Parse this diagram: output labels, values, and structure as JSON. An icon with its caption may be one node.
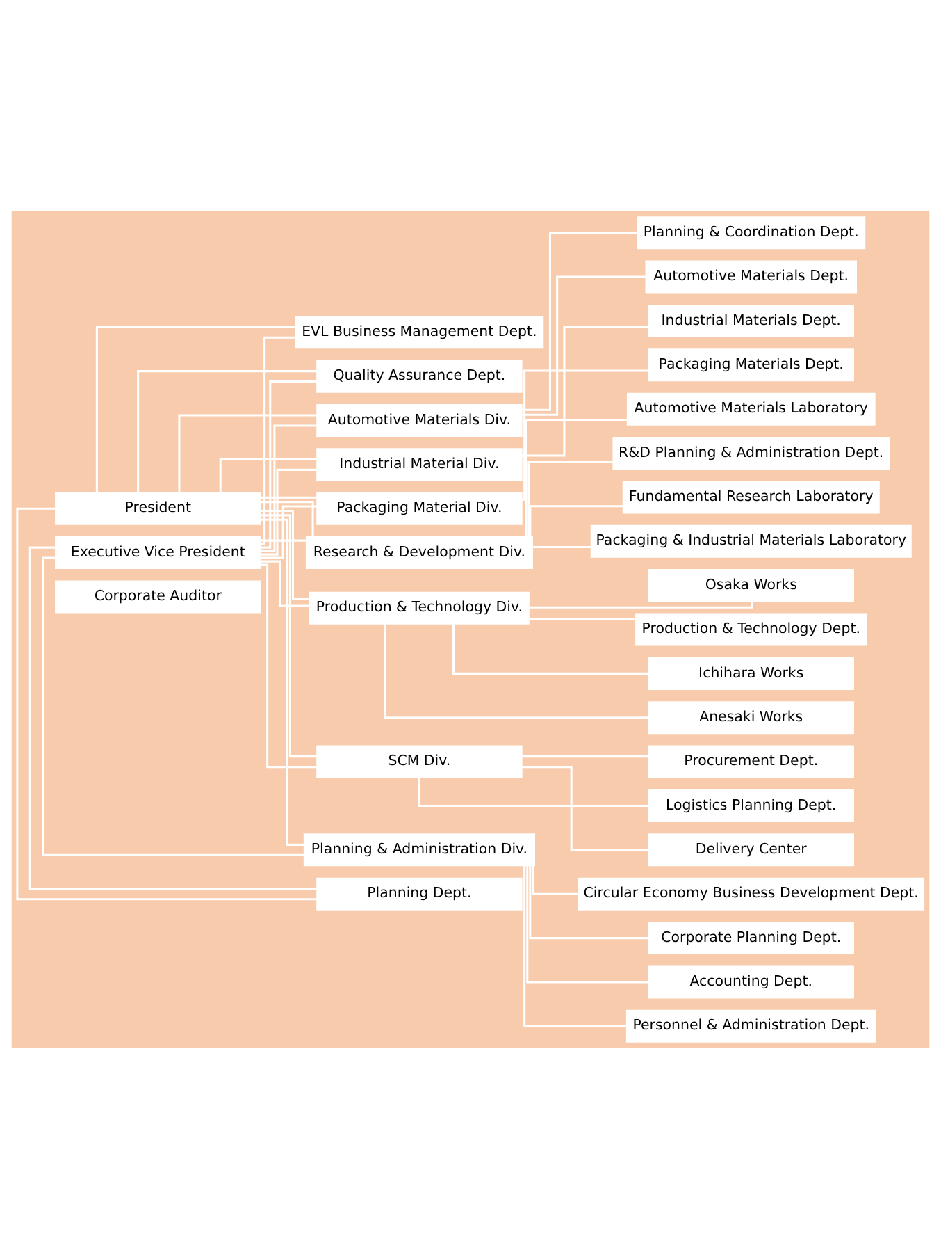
{
  "diagram": {
    "nodes": [
      {
        "text": [
          "President"
        ]
      },
      {
        "text": [
          "Executive Vice President"
        ]
      },
      {
        "text": [
          "Corporate Auditor"
        ]
      },
      {
        "text": [
          "Automotive Materials Div."
        ]
      },
      {
        "text": [
          "Automotive Materials Dept."
        ]
      },
      {
        "text": [
          "Planning & Coordination Dept."
        ]
      },
      {
        "text": [
          "Industrial Material Div."
        ]
      },
      {
        "text": [
          "Industrial Materials Dept."
        ]
      },
      {
        "text": [
          "Packaging Material Div."
        ]
      },
      {
        "text": [
          "Packaging Materials Dept."
        ]
      },
      {
        "text": [
          "Planning Dept."
        ]
      },
      {
        "text": [
          "EVL Business Management Dept."
        ]
      },
      {
        "text": [
          "Quality Assurance Dept."
        ]
      },
      {
        "text": [
          "Research & Development Div."
        ]
      },
      {
        "text": [
          "R&D Planning & Administration Dept."
        ]
      },
      {
        "text": [
          "Fundamental Research Laboratory"
        ]
      },
      {
        "text": [
          "Packaging & Industrial Materials Laboratory"
        ]
      },
      {
        "text": [
          "Automotive Materials Laboratory"
        ]
      },
      {
        "text": [
          "Production & Technology Div."
        ]
      },
      {
        "text": [
          "Production & Technology Dept."
        ]
      },
      {
        "text": [
          "Ichihara Works"
        ]
      },
      {
        "text": [
          "Anesaki Works"
        ]
      },
      {
        "text": [
          "Osaka Works"
        ]
      },
      {
        "text": [
          "SCM Div."
        ]
      },
      {
        "text": [
          "Procurement Dept."
        ]
      },
      {
        "text": [
          "Logistics Planning Dept."
        ]
      },
      {
        "text": [
          "Delivery Center"
        ]
      },
      {
        "text": [
          "Planning & Administration Div."
        ]
      },
      {
        "text": [
          "Corporate Planning Dept."
        ]
      },
      {
        "text": [
          "Accounting Dept."
        ]
      },
      {
        "text": [
          "Personnel & Administration Dept."
        ]
      },
      {
        "text": [
          "Circular Economy Business Development Dept."
        ]
      }
    ],
    "edges": [
      {
        "from": 0,
        "to": 3,
        "arrow": "none"
      },
      {
        "from": 1,
        "to": 3,
        "arrow": "none"
      },
      {
        "from": 0,
        "to": 6,
        "arrow": "none"
      },
      {
        "from": 1,
        "to": 6,
        "arrow": "none"
      },
      {
        "from": 0,
        "to": 8,
        "arrow": "none"
      },
      {
        "from": 1,
        "to": 8,
        "arrow": "none"
      },
      {
        "from": 0,
        "to": 10,
        "arrow": "none"
      },
      {
        "from": 1,
        "to": 10,
        "arrow": "none"
      },
      {
        "from": 0,
        "to": 11,
        "arrow": "none"
      },
      {
        "from": 1,
        "to": 11,
        "arrow": "none"
      },
      {
        "from": 0,
        "to": 12,
        "arrow": "none"
      },
      {
        "from": 1,
        "to": 12,
        "arrow": "none"
      },
      {
        "from": 0,
        "to": 13,
        "arrow": "none"
      },
      {
        "from": 1,
        "to": 13,
        "arrow": "none"
      },
      {
        "from": 0,
        "to": 18,
        "arrow": "none"
      },
      {
        "from": 1,
        "to": 18,
        "arrow": "none"
      },
      {
        "from": 0,
        "to": 23,
        "arrow": "none"
      },
      {
        "from": 1,
        "to": 23,
        "arrow": "none"
      },
      {
        "from": 0,
        "to": 27,
        "arrow": "none"
      },
      {
        "from": 1,
        "to": 27,
        "arrow": "none"
      },
      {
        "from": 3,
        "to": 4,
        "arrow": "none"
      },
      {
        "from": 3,
        "to": 5,
        "arrow": "none"
      },
      {
        "from": 6,
        "to": 7,
        "arrow": "none"
      },
      {
        "from": 8,
        "to": 9,
        "arrow": "none"
      },
      {
        "from": 13,
        "to": 14,
        "arrow": "none"
      },
      {
        "from": 13,
        "to": 15,
        "arrow": "none"
      },
      {
        "from": 13,
        "to": 16,
        "arrow": "none"
      },
      {
        "from": 13,
        "to": 17,
        "arrow": "none"
      },
      {
        "from": 18,
        "to": 19,
        "arrow": "none"
      },
      {
        "from": 18,
        "to": 20,
        "arrow": "none"
      },
      {
        "from": 18,
        "to": 21,
        "arrow": "none"
      },
      {
        "from": 18,
        "to": 22,
        "arrow": "none"
      },
      {
        "from": 23,
        "to": 24,
        "arrow": "none"
      },
      {
        "from": 23,
        "to": 25,
        "arrow": "none"
      },
      {
        "from": 23,
        "to": 26,
        "arrow": "none"
      },
      {
        "from": 27,
        "to": 28,
        "arrow": "none"
      },
      {
        "from": 27,
        "to": 29,
        "arrow": "none"
      },
      {
        "from": 27,
        "to": 30,
        "arrow": "none"
      },
      {
        "from": 27,
        "to": 31,
        "arrow": "none"
      }
    ]
  }
}
